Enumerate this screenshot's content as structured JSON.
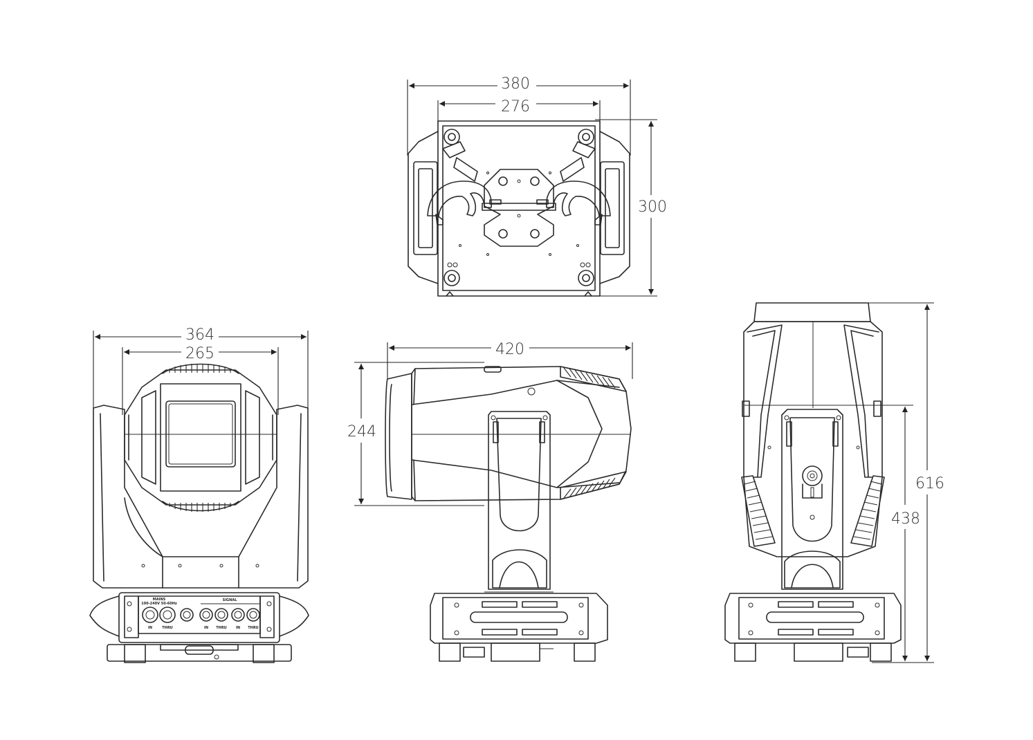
{
  "dimensions": {
    "top_outer_width": "380",
    "top_inner_width": "276",
    "top_depth": "300",
    "front_outer_width": "364",
    "front_inner_width": "265",
    "side_length": "420",
    "side_head_height": "244",
    "rear_total_height": "616",
    "rear_arm_height": "438"
  },
  "panel": {
    "mains": "MAINS",
    "voltage": "100-240V  50-60Hz",
    "signal": "SIGNAL",
    "in1": "IN",
    "thru1": "THRU",
    "in2": "IN",
    "thru2": "THRU",
    "in3": "IN",
    "thru3": "THRU"
  },
  "colors": {
    "line": "#2a2a2a",
    "background": "#ffffff"
  }
}
